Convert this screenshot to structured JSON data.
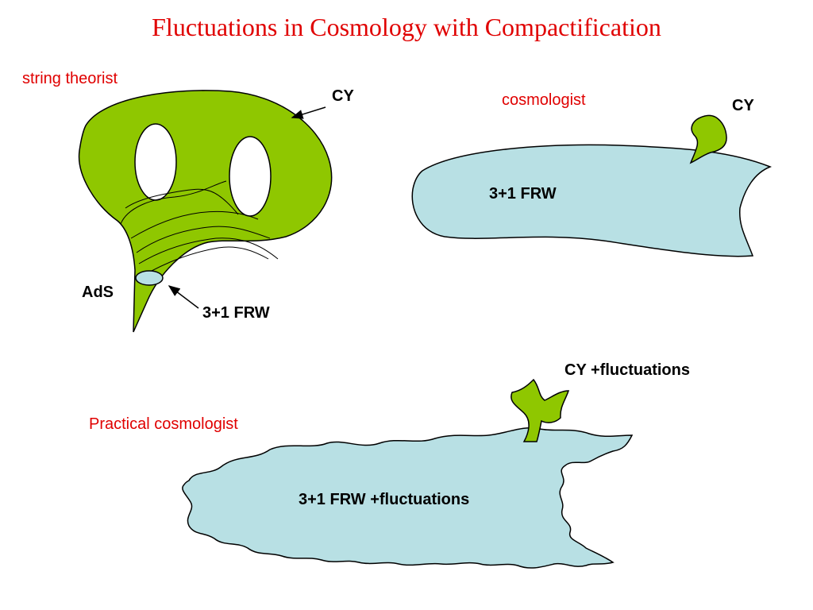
{
  "title": "Fluctuations in Cosmology with Compactification",
  "colors": {
    "title": "#e00000",
    "cy_green": "#8fc700",
    "frw_blue": "#b8e0e4",
    "outline": "#000000"
  },
  "panels": {
    "string_theorist": {
      "heading": "string theorist",
      "cy_label": "CY",
      "ads_label": "AdS",
      "frw_label": "3+1 FRW"
    },
    "cosmologist": {
      "heading": "cosmologist",
      "cy_label": "CY",
      "frw_label": "3+1 FRW"
    },
    "practical_cosmologist": {
      "heading": "Practical cosmologist",
      "cy_label": "CY +fluctuations",
      "frw_label": "3+1 FRW +fluctuations"
    }
  }
}
